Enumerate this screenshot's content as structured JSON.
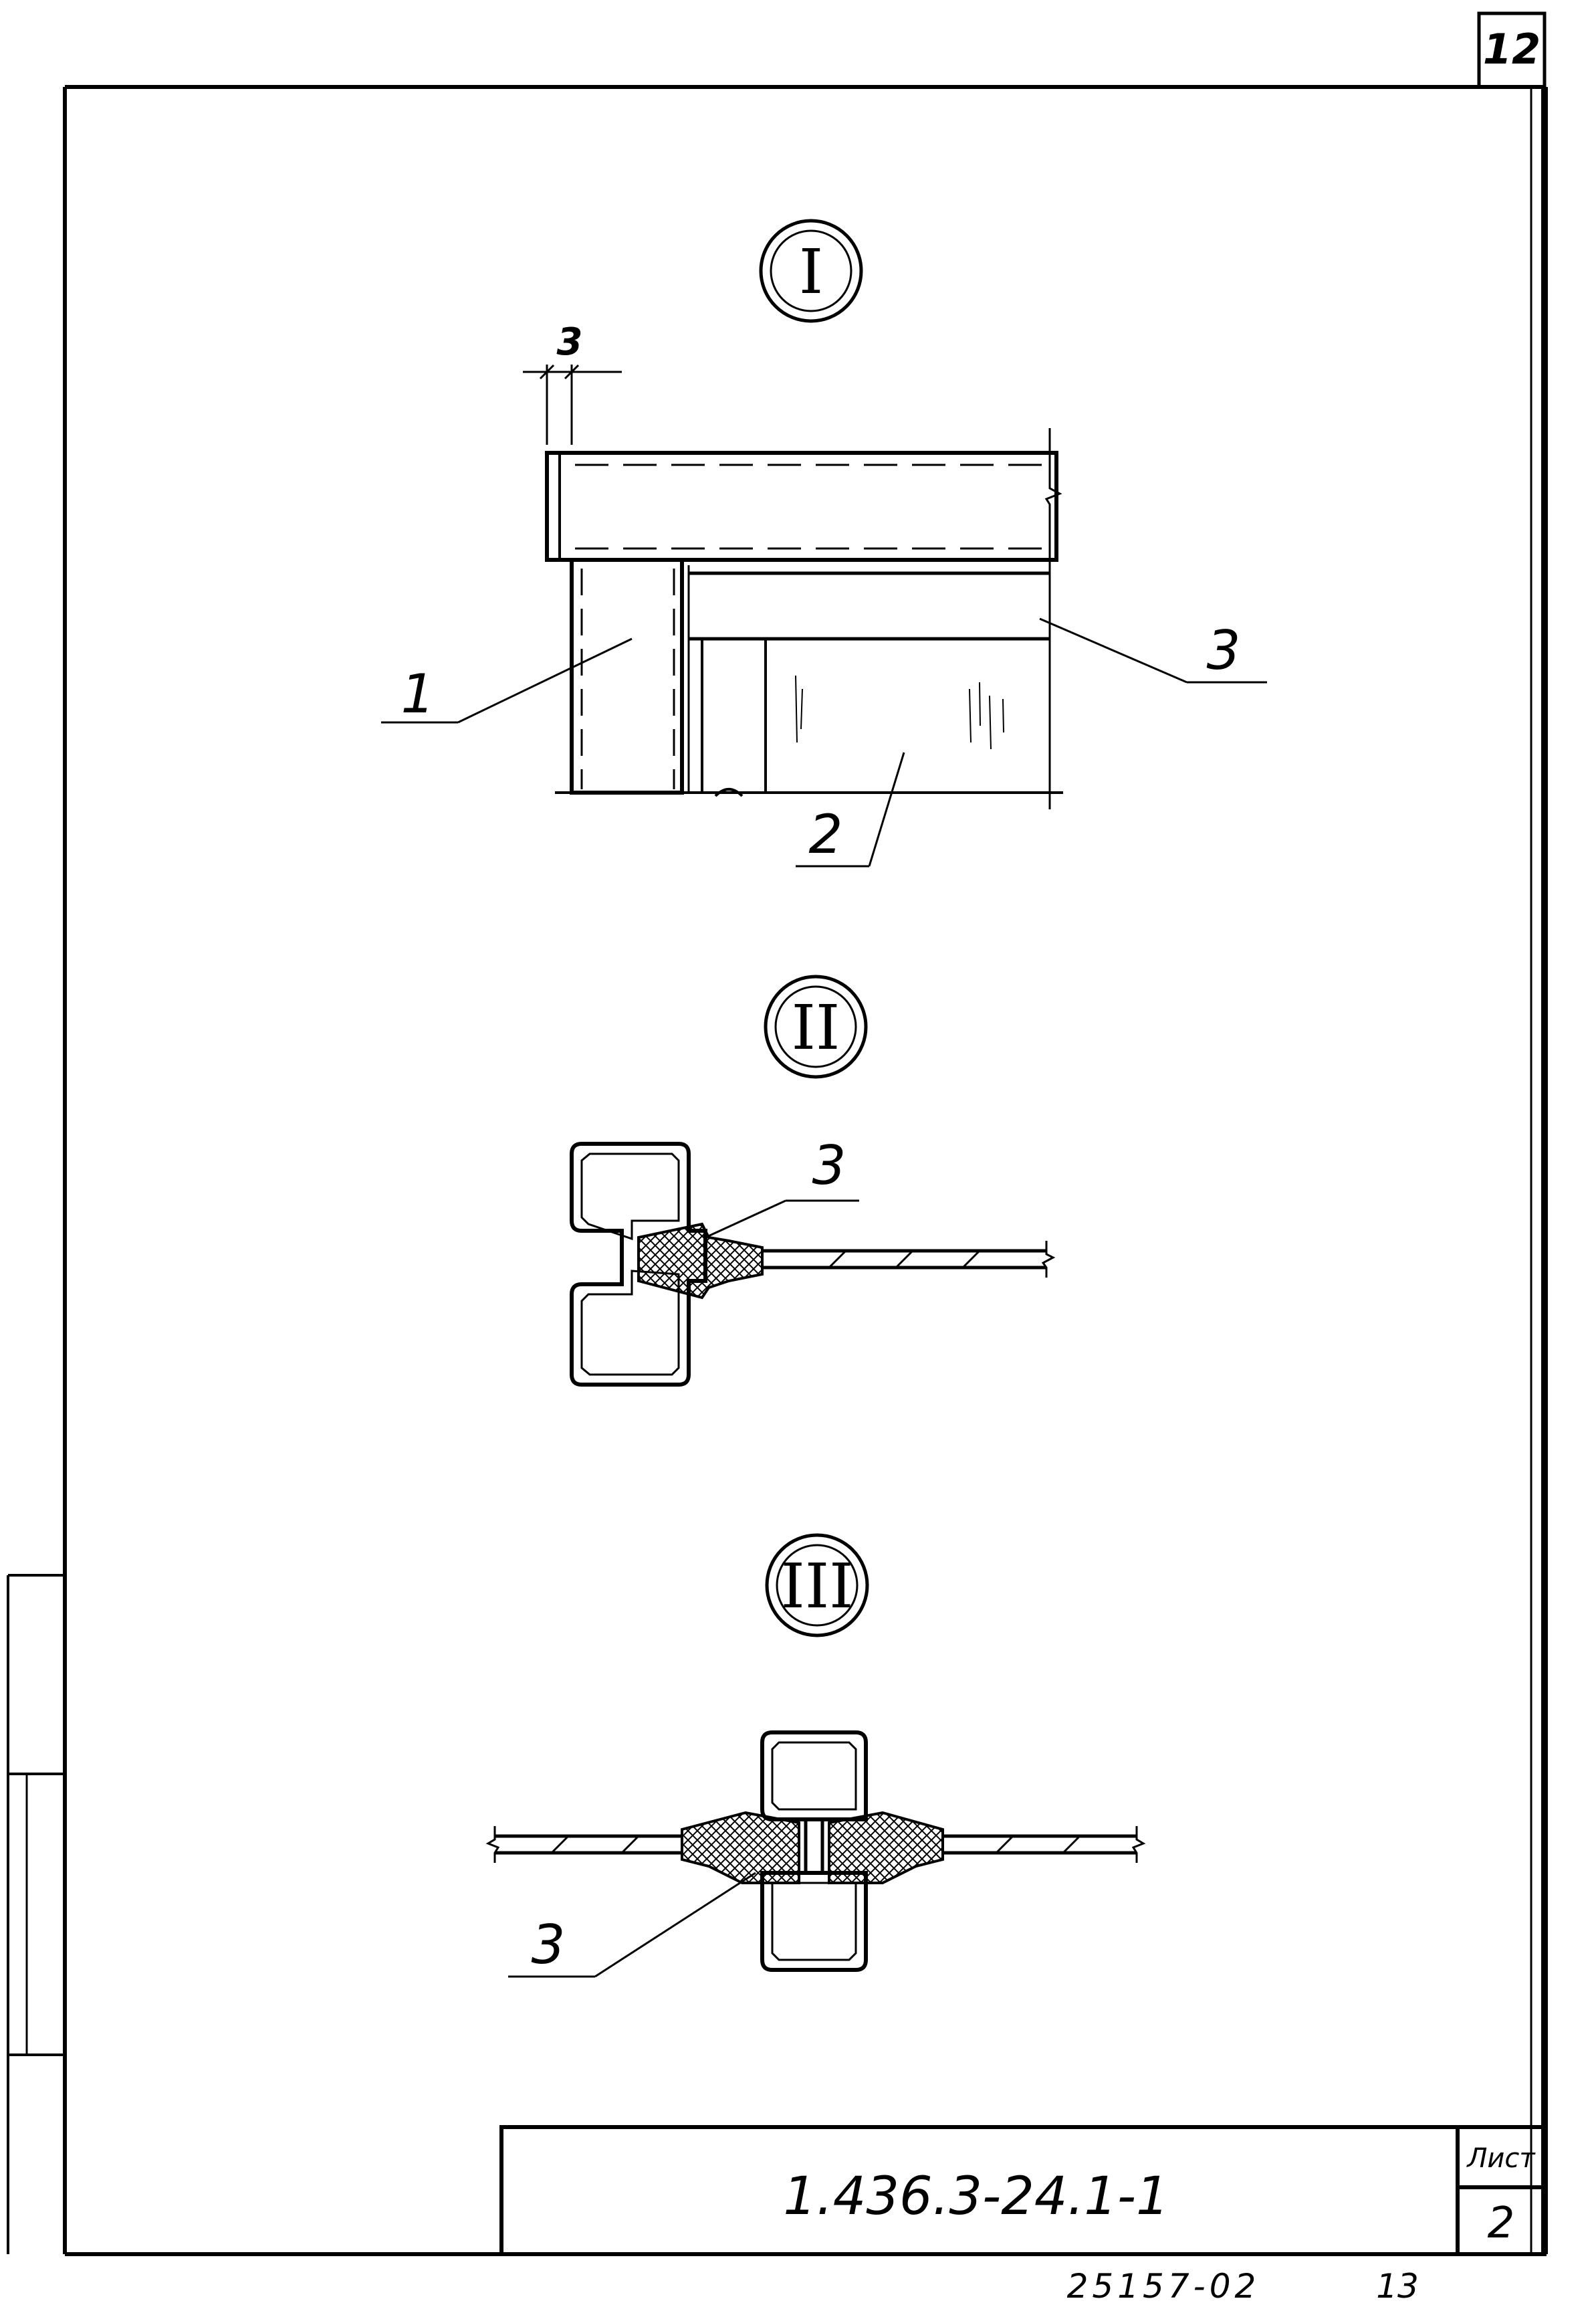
{
  "sheet": {
    "page_number": "12",
    "sheet_label": "Лист",
    "sheet_number": "2",
    "designation": "1.436.3-24.1-1",
    "footer_code": "25157-02",
    "footer_page": "13"
  },
  "detail_1": {
    "marker": "I",
    "dimension": "3",
    "callouts": [
      "1",
      "2",
      "3"
    ]
  },
  "detail_2": {
    "marker": "II",
    "callouts": [
      "3"
    ]
  },
  "detail_3": {
    "marker": "III",
    "callouts": [
      "3"
    ]
  },
  "colors": {
    "ink": "#000000",
    "paper": "#ffffff"
  }
}
